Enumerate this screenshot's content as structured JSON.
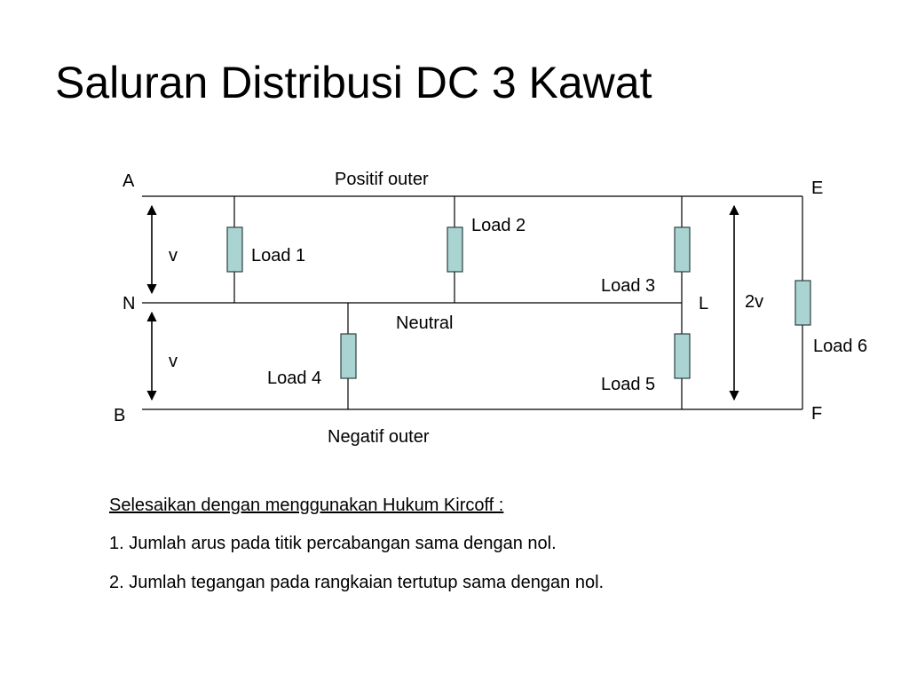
{
  "slide": {
    "title": "Saluran Distribusi DC 3 Kawat"
  },
  "circuit": {
    "nodes": {
      "a": "A",
      "n": "N",
      "b": "B",
      "e": "E",
      "f": "F",
      "l": "L"
    },
    "wires": {
      "positive": "Positif outer",
      "neutral": "Neutral",
      "negative": "Negatif outer"
    },
    "voltages": {
      "upper": "v",
      "lower": "v",
      "total": "2v"
    },
    "loads": [
      "Load 1",
      "Load 2",
      "Load 3",
      "Load 4",
      "Load 5",
      "Load 6"
    ],
    "colors": {
      "resistor_fill": "#a9d4d2",
      "resistor_stroke": "#2e3f3f"
    }
  },
  "notes": {
    "heading": "Selesaikan dengan menggunakan Hukum Kircoff :",
    "items": [
      "1. Jumlah arus pada titik percabangan sama dengan nol.",
      "2. Jumlah tegangan pada rangkaian tertutup sama dengan nol."
    ]
  }
}
